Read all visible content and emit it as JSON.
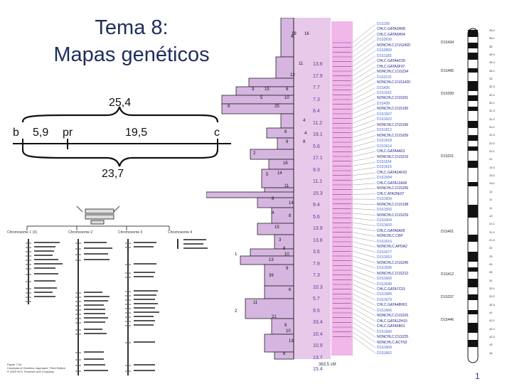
{
  "slide": {
    "title_line1": "Tema 8:",
    "title_line2": "Mapas  genéticos",
    "page_number": "1"
  },
  "linkage_map": {
    "genes": [
      "b",
      "pr",
      "c"
    ],
    "distances": {
      "b_pr": "5,9",
      "pr_c": "19,5",
      "b_c_top": "25,4",
      "b_c_bottom": "23,7"
    }
  },
  "figure": {
    "chromosomes": [
      "Chromosome 1 (X)",
      "Chromosome 2",
      "Chromosome 3",
      "Chromosome 4"
    ],
    "caption": [
      "Figure 7.34",
      "Concepts of Genetics: Approach, Third Edition",
      "© 2003 W.H. Freeman and Company"
    ]
  },
  "bar_chart": {
    "bottom_label": "363.5 cM",
    "numbers": [
      "19",
      "16",
      "11",
      "12",
      "3",
      "15",
      "6",
      "5",
      "10",
      "8",
      "25",
      "4",
      "6",
      "4",
      "9",
      "8",
      "2",
      "16",
      "14",
      "5",
      "11",
      "6",
      "14",
      "4",
      "8",
      "15",
      "3",
      "8",
      "10",
      "1",
      "13",
      "9",
      "39",
      "6",
      "11",
      "2",
      "21",
      "8",
      "10",
      "13",
      "8"
    ],
    "purple_values": [
      "13.6",
      "17.9",
      "7.7",
      "7.3",
      "8.4",
      "11.2",
      "19.1",
      "5.6",
      "17.1",
      "9.3",
      "11.1",
      "15.3",
      "9.4",
      "5.6",
      "13.9",
      "13.8",
      "3.6",
      "7.9",
      "7.3",
      "10.3",
      "5.7",
      "9.5",
      "33.4",
      "10.4",
      "10.9",
      "13.7",
      "15.4"
    ]
  },
  "markers": {
    "left_list": [
      "D1S155",
      "CHLC.GATA3H08",
      "CHLC.GATA5H04",
      "D1S2630",
      "NONCHLC.D1S2420",
      "D1S2893",
      "D1S1183",
      "CHLC.GATA4C09",
      "CHLC.GATA3F07",
      "NONCHLC.D1S234",
      "D1S2131",
      "NONCHLC.D1S1420",
      "D1S426",
      "D1S1162",
      "NONCHLC.D1S201",
      "D1S428",
      "NONCHLC.D1S195",
      "D1S1597",
      "D1S1622",
      "NONCHLC.D1S196",
      "D1S1612",
      "NONCHLC.D1S209",
      "D1S1618",
      "D1S1614",
      "CHLC.GATA4A01",
      "NONCHLC.D1S219",
      "D1S1164",
      "D1S1615",
      "CHLC.GATA24F03",
      "D1S1594",
      "CHLC.GATA12A06",
      "NONCHLC.D1S206",
      "CHLC.ATA25E07",
      "D1S1609",
      "NONCHLC.D1S198",
      "D1S1593",
      "NONCHLC.D1S229",
      "D1S1604",
      "D1S1603",
      "CHLC.GATA6A05",
      "NONCHLC.CRP",
      "D1S1616",
      "NONCHLC.APOA2",
      "D1S1677",
      "D1S1653",
      "NONCHLC.D1S245",
      "D1S1595",
      "NONCHLC.D1S212",
      "D1S1660",
      "D1S1648",
      "CHLC.GATA7C01",
      "D1S1589",
      "D1S1679",
      "CHLC.GATA48H01",
      "D1S1666",
      "NONCHLC.D1S226",
      "CHLC.GATA12H10",
      "CHLC.GATA6B01",
      "D1S1690",
      "NONCHLC.D1S225",
      "NONCHLC.ACTN2",
      "D1S1609",
      "D1S1662"
    ],
    "right_list": [
      "D1S434",
      "D1S495",
      "D1S209",
      "D1S221",
      "D1S401",
      "D1S412",
      "D1S237",
      "D1S446"
    ],
    "band_labels": [
      "36.2",
      "36.1",
      "35",
      "34.3",
      "34.2",
      "34.1",
      "33",
      "32.3",
      "32.2",
      "32.1",
      "31.3",
      "31.2",
      "31.1",
      "22.3",
      "22.2",
      "22.1",
      "21",
      "13.3",
      "13.2",
      "13.1",
      "12",
      "11",
      "11",
      "12",
      "21.1",
      "21.2",
      "21.3",
      "22",
      "23",
      "24",
      "25",
      "31",
      "32.1",
      "32.2",
      "32.3",
      "41",
      "42.1",
      "42.2",
      "42.3",
      "43",
      "44"
    ]
  }
}
